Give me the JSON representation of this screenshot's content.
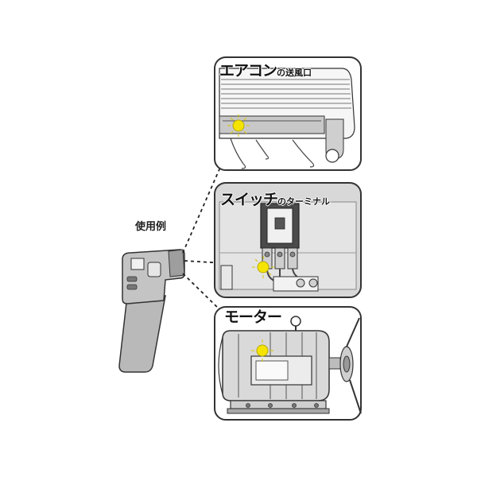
{
  "usage_label": "使用例",
  "panels": {
    "aircon": {
      "title_main": "エアコン",
      "title_sub": "の送風口"
    },
    "switch": {
      "title_main": "スイッチ",
      "title_sub": "のターミナル"
    },
    "motor": {
      "title_main": "モーター",
      "title_sub": ""
    }
  },
  "colors": {
    "panel_border": "#333333",
    "panel_bg_gray": "#d8d8d8",
    "device_gray": "#bdbdbd",
    "highlight_yellow": "#f4e400"
  }
}
